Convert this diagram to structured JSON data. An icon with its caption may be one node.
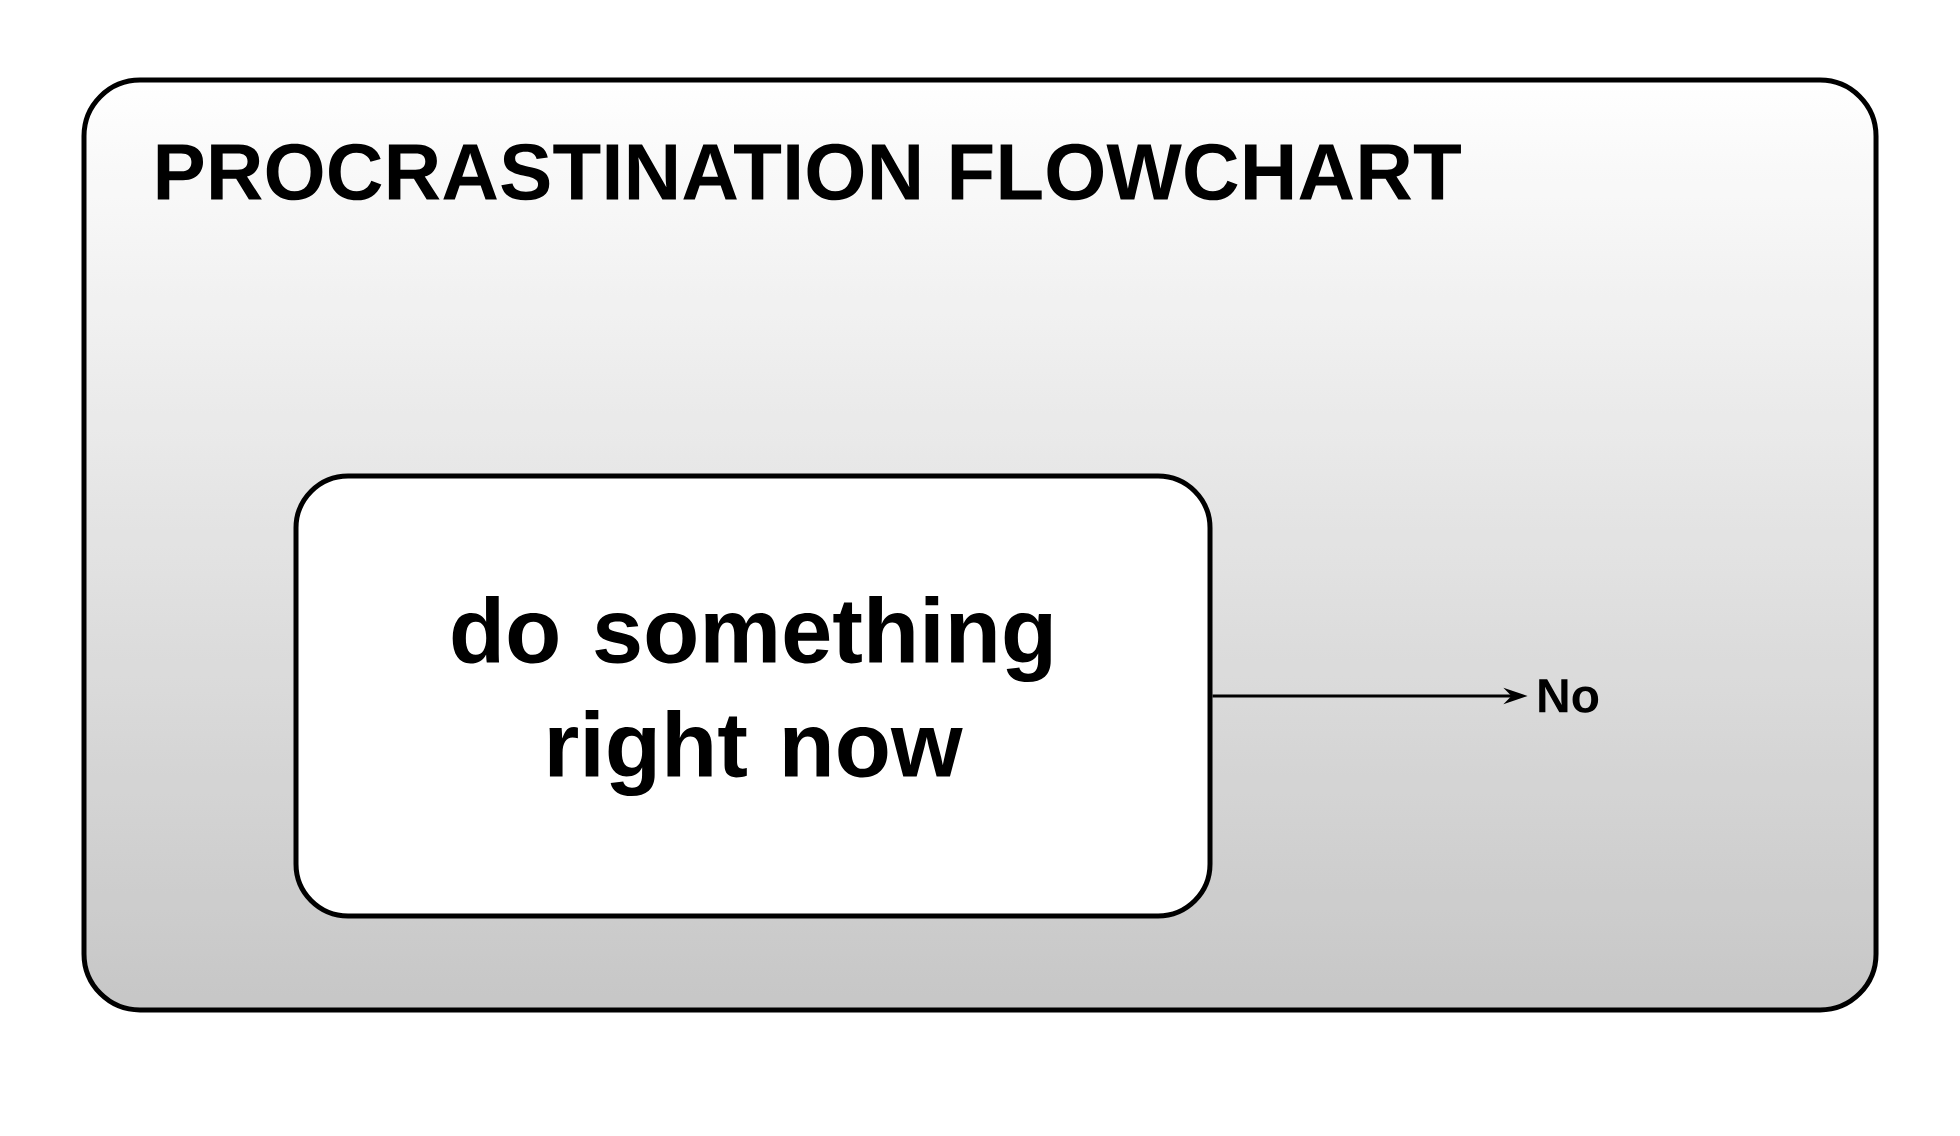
{
  "diagram": {
    "nodes": [
      {
        "text": [
          "PROCRASTINATION FLOWCHART"
        ]
      },
      {
        "text": [
          "do something right now"
        ],
        "in": 0
      },
      {
        "text": [
          "No"
        ],
        "in": 0
      }
    ],
    "edges": [
      {
        "from": 1,
        "to": 2,
        "arrow": "to"
      }
    ]
  }
}
